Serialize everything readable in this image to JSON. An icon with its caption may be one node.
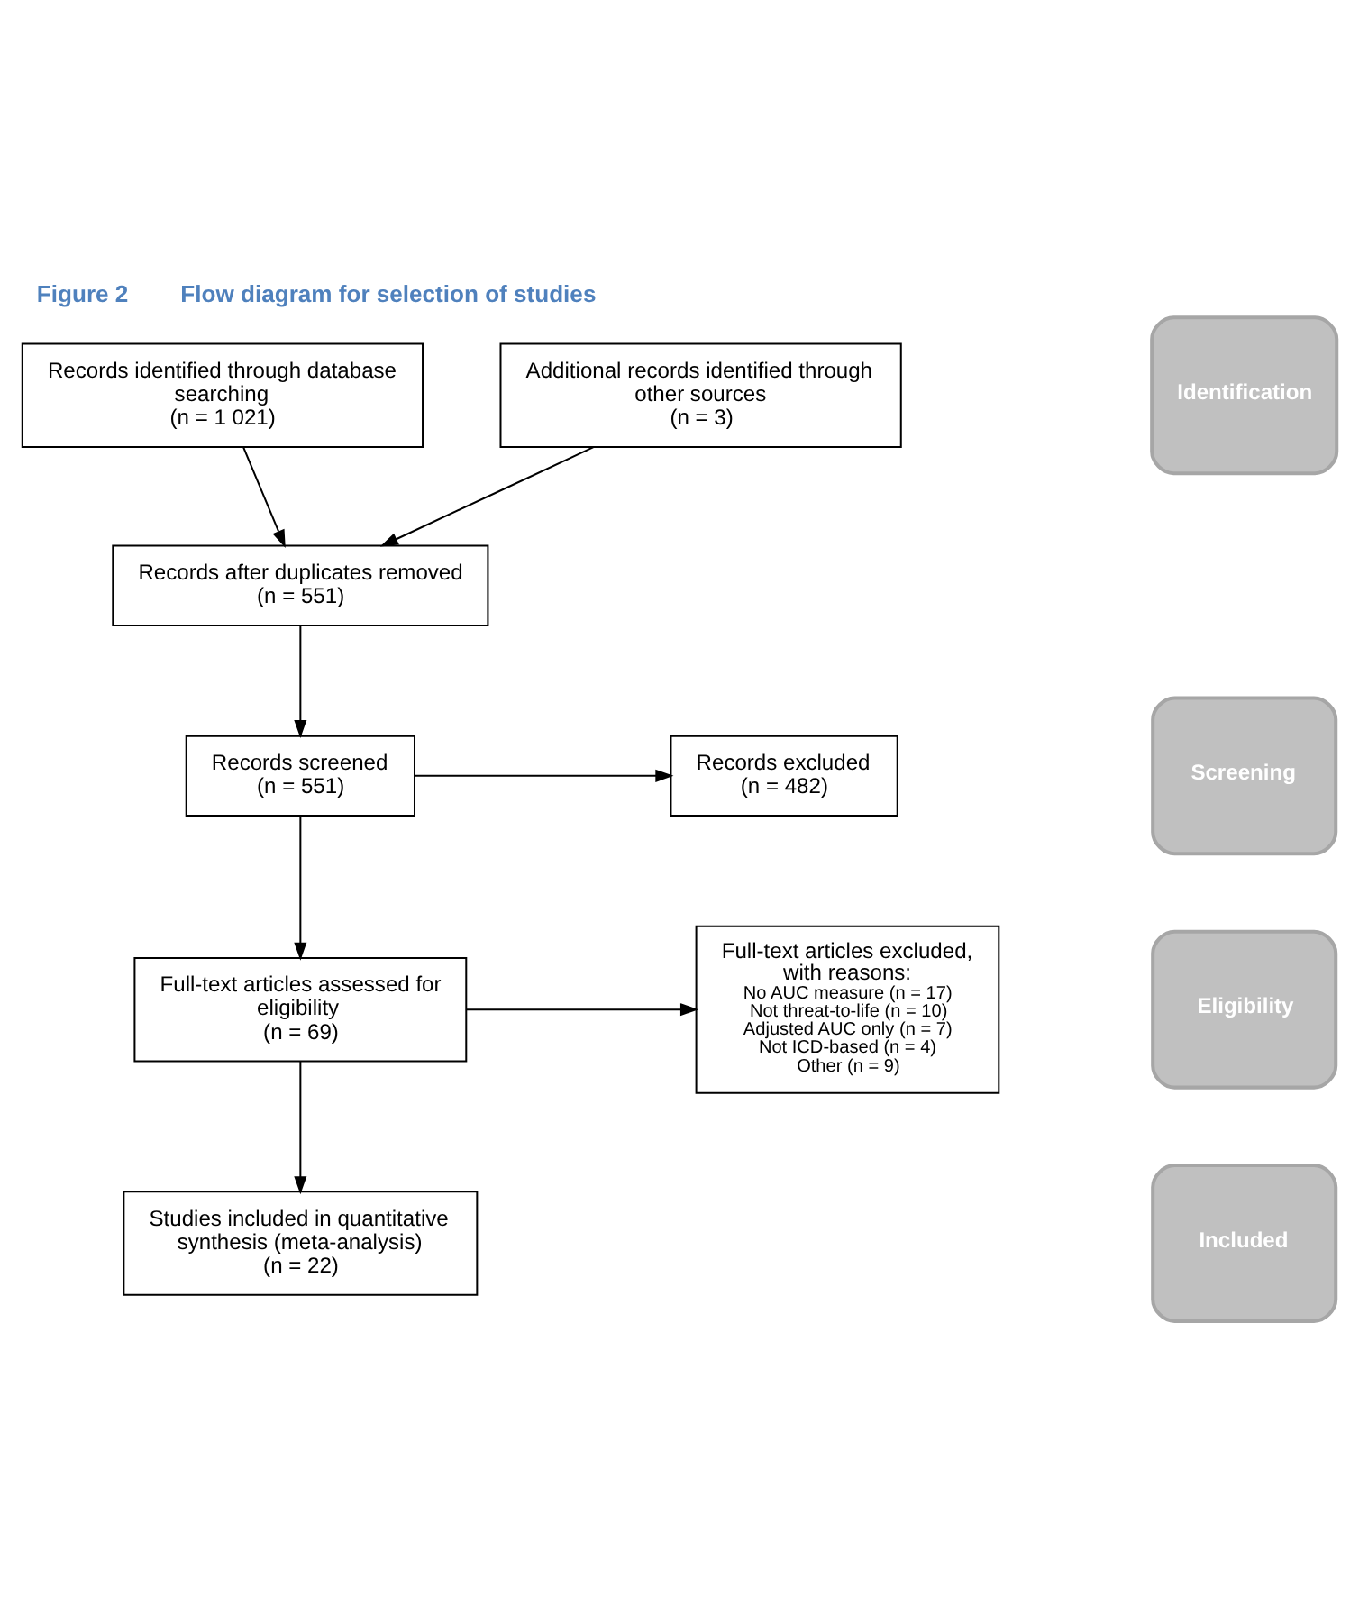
{
  "diagram": {
    "title": "Figure 2        Flow diagram for selection of studies",
    "nodes": [
      {
        "text": [
          "Records identified through database searching",
          "(n = 1 021)"
        ]
      },
      {
        "text": [
          "Additional records identified through other sources",
          "(n = 3)"
        ]
      },
      {
        "text": [
          "Records after duplicates removed",
          "(n = 551)"
        ]
      },
      {
        "text": [
          "Records screened",
          "(n = 551)"
        ]
      },
      {
        "text": [
          "Records excluded",
          "(n = 482)"
        ]
      },
      {
        "text": [
          "Full-text articles assessed for eligibility",
          "(n = 69)"
        ]
      },
      {
        "text": [
          "Full-text articles excluded, with reasons:",
          "No AUC measure (n = 17)",
          "Not threat-to-life (n = 10)",
          "Adjusted AUC only (n = 7)",
          "Not ICD-based (n = 4)",
          "Other (n = 9)"
        ]
      },
      {
        "text": [
          "Studies included in quantitative synthesis (meta-analysis)",
          "(n = 22)"
        ]
      },
      {
        "text": [
          "Identification"
        ]
      },
      {
        "text": [
          "Screening"
        ]
      },
      {
        "text": [
          "Eligibility"
        ]
      },
      {
        "text": [
          "Included"
        ]
      }
    ],
    "edges": [
      {
        "from": 0,
        "to": 2,
        "arrow": "to"
      },
      {
        "from": 1,
        "to": 2,
        "arrow": "to"
      },
      {
        "from": 2,
        "to": 3,
        "arrow": "to"
      },
      {
        "from": 3,
        "to": 4,
        "arrow": "to"
      },
      {
        "from": 3,
        "to": 5,
        "arrow": "to"
      },
      {
        "from": 5,
        "to": 6,
        "arrow": "to"
      },
      {
        "from": 5,
        "to": 7,
        "arrow": "to"
      }
    ]
  }
}
